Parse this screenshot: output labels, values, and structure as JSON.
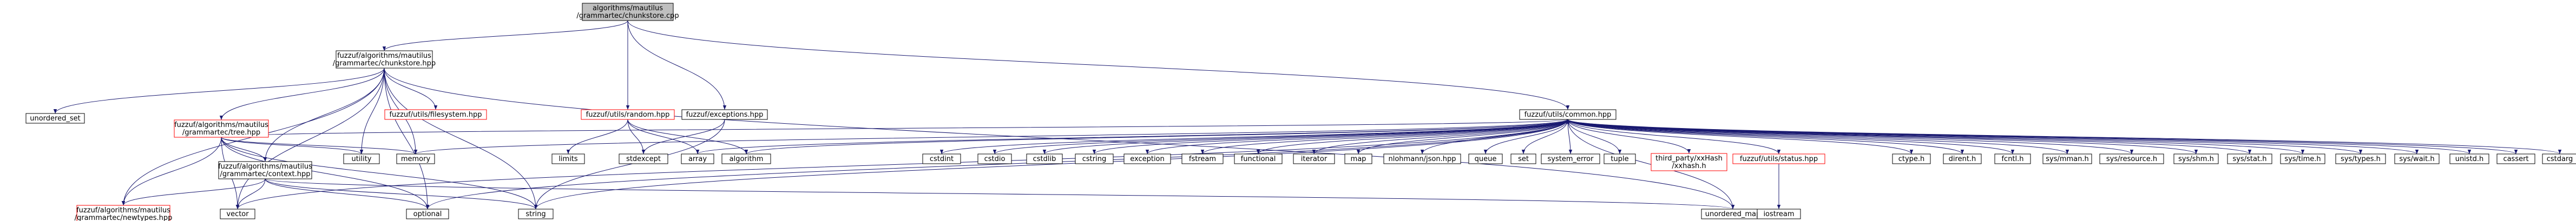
{
  "colors": {
    "edge": "#191970",
    "missing_border": "#ff0000",
    "root_fill": "#bfbfbf",
    "normal_border": "#000000"
  },
  "nodes": {
    "root": {
      "lines": [
        "algorithms/mautilus",
        "/grammartec/chunkstore.cpp"
      ]
    },
    "chunkstore_hpp": {
      "lines": [
        "fuzzuf/algorithms/mautilus",
        "/grammartec/chunkstore.hpp"
      ]
    },
    "random_hpp": {
      "lines": [
        "fuzzuf/utils/random.hpp"
      ]
    },
    "exceptions_hpp": {
      "lines": [
        "fuzzuf/exceptions.hpp"
      ]
    },
    "common_hpp": {
      "lines": [
        "fuzzuf/utils/common.hpp"
      ]
    },
    "unordered_set": {
      "lines": [
        "unordered_set"
      ]
    },
    "tree_hpp": {
      "lines": [
        "fuzzuf/algorithms/mautilus",
        "/grammartec/tree.hpp"
      ]
    },
    "filesystem_hpp": {
      "lines": [
        "fuzzuf/utils/filesystem.hpp"
      ]
    },
    "context_hpp": {
      "lines": [
        "fuzzuf/algorithms/mautilus",
        "/grammartec/context.hpp"
      ]
    },
    "newtypes_hpp": {
      "lines": [
        "fuzzuf/algorithms/mautilus",
        "/grammartec/newtypes.hpp"
      ]
    },
    "utility": {
      "lines": [
        "utility"
      ]
    },
    "memory": {
      "lines": [
        "memory"
      ]
    },
    "limits": {
      "lines": [
        "limits"
      ]
    },
    "stdexcept": {
      "lines": [
        "stdexcept"
      ]
    },
    "array": {
      "lines": [
        "array"
      ]
    },
    "algorithm": {
      "lines": [
        "algorithm"
      ]
    },
    "vector": {
      "lines": [
        "vector"
      ]
    },
    "optional": {
      "lines": [
        "optional"
      ]
    },
    "string": {
      "lines": [
        "string"
      ]
    },
    "cstdint": {
      "lines": [
        "cstdint"
      ]
    },
    "cstdio": {
      "lines": [
        "cstdio"
      ]
    },
    "cstdlib": {
      "lines": [
        "cstdlib"
      ]
    },
    "cstring": {
      "lines": [
        "cstring"
      ]
    },
    "exception": {
      "lines": [
        "exception"
      ]
    },
    "fstream": {
      "lines": [
        "fstream"
      ]
    },
    "functional": {
      "lines": [
        "functional"
      ]
    },
    "iterator": {
      "lines": [
        "iterator"
      ]
    },
    "map": {
      "lines": [
        "map"
      ]
    },
    "json_hpp": {
      "lines": [
        "nlohmann/json.hpp"
      ]
    },
    "queue": {
      "lines": [
        "queue"
      ]
    },
    "set": {
      "lines": [
        "set"
      ]
    },
    "system_error": {
      "lines": [
        "system_error"
      ]
    },
    "tuple": {
      "lines": [
        "tuple"
      ]
    },
    "xxhash_h": {
      "lines": [
        "third_party/xxHash",
        "/xxhash.h"
      ]
    },
    "status_hpp": {
      "lines": [
        "fuzzuf/utils/status.hpp"
      ]
    },
    "unordered_map": {
      "lines": [
        "unordered_map"
      ]
    },
    "iostream": {
      "lines": [
        "iostream"
      ]
    },
    "ctype_h": {
      "lines": [
        "ctype.h"
      ]
    },
    "dirent_h": {
      "lines": [
        "dirent.h"
      ]
    },
    "fcntl_h": {
      "lines": [
        "fcntl.h"
      ]
    },
    "sys_mman_h": {
      "lines": [
        "sys/mman.h"
      ]
    },
    "sys_resource_h": {
      "lines": [
        "sys/resource.h"
      ]
    },
    "sys_shm_h": {
      "lines": [
        "sys/shm.h"
      ]
    },
    "sys_stat_h": {
      "lines": [
        "sys/stat.h"
      ]
    },
    "sys_time_h": {
      "lines": [
        "sys/time.h"
      ]
    },
    "sys_types_h": {
      "lines": [
        "sys/types.h"
      ]
    },
    "sys_wait_h": {
      "lines": [
        "sys/wait.h"
      ]
    },
    "unistd_h": {
      "lines": [
        "unistd.h"
      ]
    },
    "cassert": {
      "lines": [
        "cassert"
      ]
    },
    "cstdarg": {
      "lines": [
        "cstdarg"
      ]
    }
  },
  "edges": [
    [
      "root",
      "chunkstore_hpp"
    ],
    [
      "root",
      "random_hpp"
    ],
    [
      "root",
      "exceptions_hpp"
    ],
    [
      "root",
      "common_hpp"
    ],
    [
      "chunkstore_hpp",
      "unordered_set"
    ],
    [
      "chunkstore_hpp",
      "tree_hpp"
    ],
    [
      "chunkstore_hpp",
      "filesystem_hpp"
    ],
    [
      "chunkstore_hpp",
      "context_hpp"
    ],
    [
      "chunkstore_hpp",
      "newtypes_hpp"
    ],
    [
      "chunkstore_hpp",
      "utility"
    ],
    [
      "chunkstore_hpp",
      "memory"
    ],
    [
      "chunkstore_hpp",
      "vector"
    ],
    [
      "chunkstore_hpp",
      "optional"
    ],
    [
      "chunkstore_hpp",
      "string"
    ],
    [
      "chunkstore_hpp",
      "unordered_map"
    ],
    [
      "tree_hpp",
      "context_hpp"
    ],
    [
      "tree_hpp",
      "newtypes_hpp"
    ],
    [
      "tree_hpp",
      "utility"
    ],
    [
      "tree_hpp",
      "memory"
    ],
    [
      "tree_hpp",
      "vector"
    ],
    [
      "tree_hpp",
      "optional"
    ],
    [
      "tree_hpp",
      "string"
    ],
    [
      "tree_hpp",
      "common_hpp"
    ],
    [
      "context_hpp",
      "newtypes_hpp"
    ],
    [
      "context_hpp",
      "vector"
    ],
    [
      "context_hpp",
      "optional"
    ],
    [
      "context_hpp",
      "string"
    ],
    [
      "context_hpp",
      "unordered_map"
    ],
    [
      "random_hpp",
      "limits"
    ],
    [
      "random_hpp",
      "stdexcept"
    ],
    [
      "random_hpp",
      "array"
    ],
    [
      "random_hpp",
      "algorithm"
    ],
    [
      "exceptions_hpp",
      "stdexcept"
    ],
    [
      "exceptions_hpp",
      "string"
    ],
    [
      "common_hpp",
      "memory"
    ],
    [
      "common_hpp",
      "array"
    ],
    [
      "common_hpp",
      "algorithm"
    ],
    [
      "common_hpp",
      "vector"
    ],
    [
      "common_hpp",
      "optional"
    ],
    [
      "common_hpp",
      "string"
    ],
    [
      "common_hpp",
      "cstdint"
    ],
    [
      "common_hpp",
      "cstdio"
    ],
    [
      "common_hpp",
      "cstdlib"
    ],
    [
      "common_hpp",
      "cstring"
    ],
    [
      "common_hpp",
      "exception"
    ],
    [
      "common_hpp",
      "fstream"
    ],
    [
      "common_hpp",
      "functional"
    ],
    [
      "common_hpp",
      "iterator"
    ],
    [
      "common_hpp",
      "map"
    ],
    [
      "common_hpp",
      "json_hpp"
    ],
    [
      "common_hpp",
      "queue"
    ],
    [
      "common_hpp",
      "set"
    ],
    [
      "common_hpp",
      "system_error"
    ],
    [
      "common_hpp",
      "tuple"
    ],
    [
      "common_hpp",
      "xxhash_h"
    ],
    [
      "common_hpp",
      "status_hpp"
    ],
    [
      "common_hpp",
      "unordered_map"
    ],
    [
      "common_hpp",
      "ctype_h"
    ],
    [
      "common_hpp",
      "dirent_h"
    ],
    [
      "common_hpp",
      "fcntl_h"
    ],
    [
      "common_hpp",
      "sys_mman_h"
    ],
    [
      "common_hpp",
      "sys_resource_h"
    ],
    [
      "common_hpp",
      "sys_shm_h"
    ],
    [
      "common_hpp",
      "sys_stat_h"
    ],
    [
      "common_hpp",
      "sys_time_h"
    ],
    [
      "common_hpp",
      "sys_types_h"
    ],
    [
      "common_hpp",
      "sys_wait_h"
    ],
    [
      "common_hpp",
      "unistd_h"
    ],
    [
      "common_hpp",
      "cassert"
    ],
    [
      "common_hpp",
      "cstdarg"
    ],
    [
      "status_hpp",
      "iostream"
    ]
  ]
}
